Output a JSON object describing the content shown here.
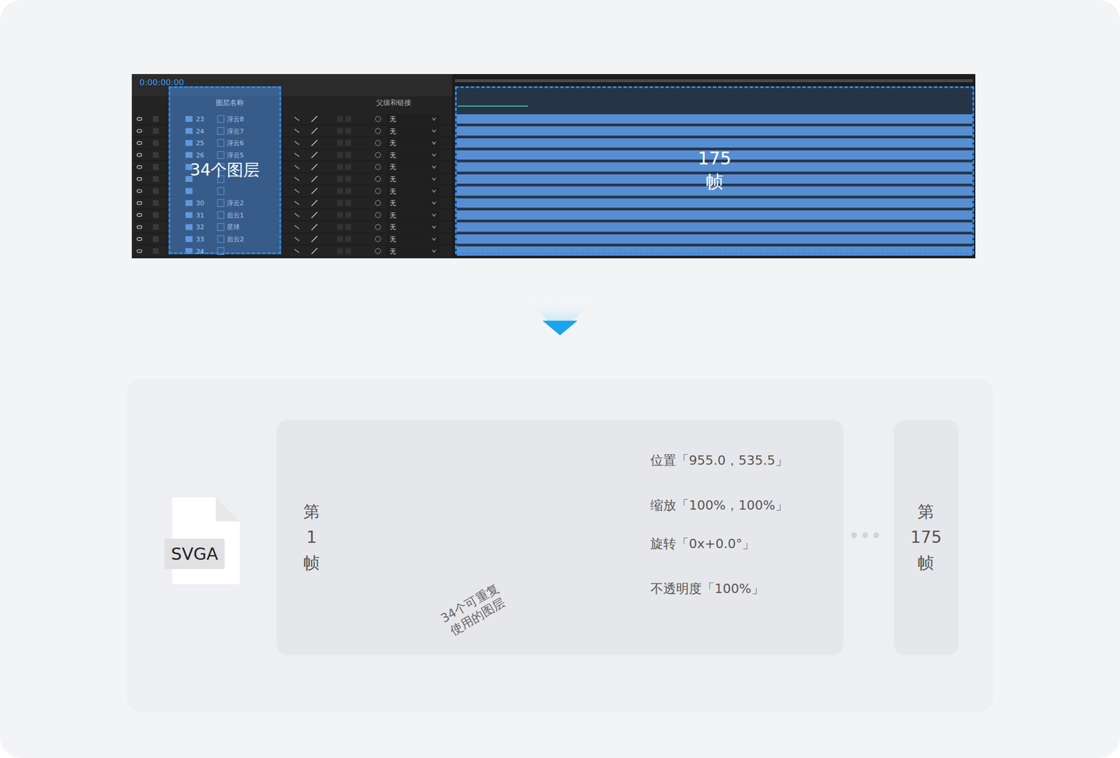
{
  "diagram": {
    "nodes": [
      {
        "text": [
          "34个图层"
        ]
      },
      {
        "text": [
          "175 帧"
        ]
      },
      {
        "text": [
          "SVGA"
        ]
      },
      {
        "text": [
          "第 1 帧"
        ]
      },
      {
        "text": [
          "第 175 帧"
        ]
      }
    ],
    "labels": [
      "0:00:00:00",
      "图层名称",
      "父级和链接",
      "23",
      "24",
      "25",
      "26",
      "30",
      "31",
      "32",
      "33",
      "34",
      "浮云8",
      "浮云7",
      "浮云6",
      "浮云5",
      "浮云2",
      "后云1",
      "星球",
      "后云2",
      "无",
      "无",
      "无",
      "无",
      "无",
      "无",
      "无",
      "无",
      "无",
      "无",
      "无",
      "无",
      "34个可重复 使用的图层",
      "位置「955.0，535.5」",
      "缩放「100%，100%」",
      "旋转「0x+0.0°」",
      "不透明度「100%」"
    ]
  }
}
